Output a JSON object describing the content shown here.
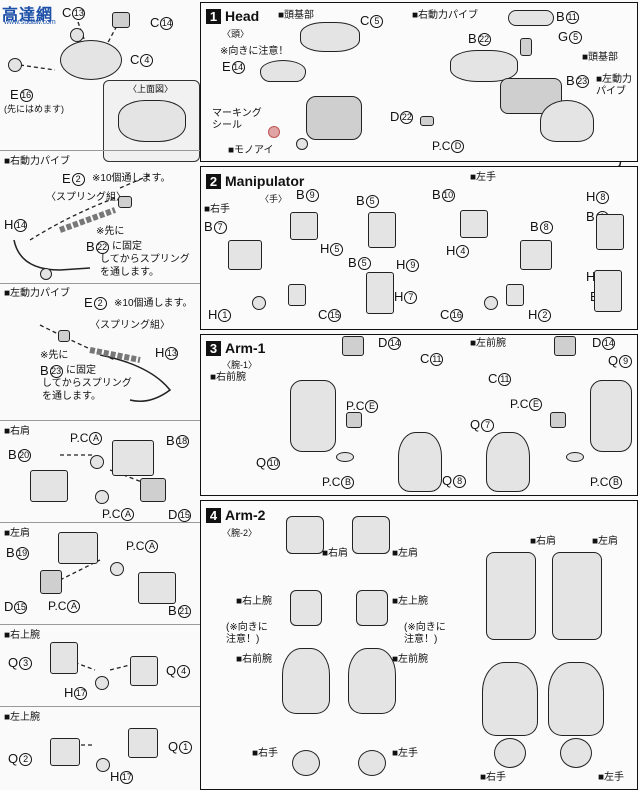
{
  "logo": {
    "text": "高達網",
    "url": "www.sudaw.com"
  },
  "left": {
    "top_parts": {
      "c13": "C",
      "c13n": "13",
      "c14": "C",
      "c14n": "14",
      "c4": "C",
      "c4n": "4",
      "e16": "E",
      "e16n": "16",
      "note_fit": "(先にはめます)",
      "top_view": "〈上面図〉"
    },
    "right_pipe": {
      "title": "■右動力パイブ",
      "e2": "E",
      "e2n": "2",
      "e2note": "※10個通します。",
      "spring": "〈スプリング組〉",
      "h14": "H",
      "h14n": "14",
      "note1": "※先に",
      "b22": "B",
      "b22n": "22",
      "note2": "に固定",
      "note3": "してからスプリング",
      "note4": "を通します。"
    },
    "left_pipe": {
      "title": "■左動力パイブ",
      "e2": "E",
      "e2n": "2",
      "e2note": "※10個通します。",
      "spring": "〈スプリング組〉",
      "h13": "H",
      "h13n": "13",
      "note1": "※先に",
      "b23": "B",
      "b23n": "23",
      "note2": "に固定",
      "note3": "してからスプリング",
      "note4": "を通します。"
    },
    "right_shoulder": {
      "title": "■右肩",
      "pca1": "P.C",
      "a": "A",
      "b18": "B",
      "b18n": "18",
      "b20": "B",
      "b20n": "20",
      "pca2": "P.C",
      "d15": "D",
      "d15n": "15"
    },
    "left_shoulder": {
      "title": "■左肩",
      "b19": "B",
      "b19n": "19",
      "pca1": "P.C",
      "a": "A",
      "pca2": "P.C",
      "d15": "D",
      "d15n": "15",
      "b21": "B",
      "b21n": "21"
    },
    "right_upper_arm": {
      "title": "■右上腕",
      "q3": "Q",
      "q3n": "3",
      "q4": "Q",
      "q4n": "4",
      "h17": "H",
      "h17n": "17"
    },
    "left_upper_arm": {
      "title": "■左上腕",
      "q2": "Q",
      "q2n": "2",
      "q1": "Q",
      "q1n": "1",
      "h17": "H",
      "h17n": "17"
    }
  },
  "head": {
    "num": "1",
    "title": "Head",
    "sub": "〈頭〉",
    "base_label": "■頭基部",
    "c5": "C",
    "c5n": "5",
    "orient_note": "※向きに注意！",
    "e14": "E",
    "e14n": "14",
    "marking_seal": "マーキング\nシール",
    "mono_eye": "■モノアイ",
    "right_pipe": "■右動力パイブ",
    "b11": "B",
    "b11n": "11",
    "b22": "B",
    "b22n": "22",
    "g5": "G",
    "g5n": "5",
    "base2": "■頭基部",
    "b23": "B",
    "b23n": "23",
    "left_pipe": "■左動力\nパイブ",
    "d22": "D",
    "d22n": "22",
    "pcd": "P.C",
    "d": "D"
  },
  "manip": {
    "num": "2",
    "title": "Manipulator",
    "sub": "〈手〉",
    "right_hand": "■右手",
    "left_hand": "■左手",
    "r": {
      "b9": "B",
      "b9n": "9",
      "b7": "B",
      "b7n": "7",
      "b5a": "B",
      "b5an": "5",
      "h5": "H",
      "h5n": "5",
      "b5b": "B",
      "b5bn": "5",
      "h9": "H",
      "h9n": "9",
      "h7": "H",
      "h7n": "7",
      "h1": "H",
      "h1n": "1",
      "c15": "C",
      "c15n": "15"
    },
    "l": {
      "b10": "B",
      "b10n": "10",
      "h8": "H",
      "h8n": "8",
      "b6a": "B",
      "b6an": "6",
      "b8": "B",
      "b8n": "8",
      "h4": "H",
      "h4n": "4",
      "b6b": "B",
      "b6bn": "6",
      "b6c": "B",
      "b6cn": "6",
      "h6": "H",
      "h6n": "6",
      "c16": "C",
      "c16n": "16",
      "h2": "H",
      "h2n": "2"
    }
  },
  "arm1": {
    "num": "3",
    "title": "Arm-1",
    "sub": "〈腕-1〉",
    "right_forearm": "■右前腕",
    "left_forearm": "■左前腕",
    "r": {
      "d14": "D",
      "d14n": "14",
      "c11": "C",
      "c11n": "11",
      "pce": "P.C",
      "e": "E",
      "q10": "Q",
      "q10n": "10",
      "q8": "Q",
      "q8n": "8",
      "pcb": "P.C",
      "b": "B"
    },
    "l": {
      "d14": "D",
      "d14n": "14",
      "q9": "Q",
      "q9n": "9",
      "c11": "C",
      "c11n": "11",
      "pce": "P.C",
      "e": "E",
      "q7": "Q",
      "q7n": "7",
      "pcb": "P.C",
      "b": "B"
    }
  },
  "arm2": {
    "num": "4",
    "title": "Arm-2",
    "sub": "〈腕-2〉",
    "right_shoulder": "■右肩",
    "left_shoulder": "■左肩",
    "right_upper": "■右上腕",
    "left_upper": "■左上腕",
    "orient_note_r": "(※向きに\n注意！)",
    "orient_note_l": "(※向きに\n注意！)",
    "right_forearm": "■右前腕",
    "left_forearm": "■左前腕",
    "right_hand": "■右手",
    "left_hand": "■左手",
    "right_shoulder2": "■右肩",
    "left_shoulder2": "■左肩",
    "right_hand2": "■右手",
    "left_hand2": "■左手"
  }
}
